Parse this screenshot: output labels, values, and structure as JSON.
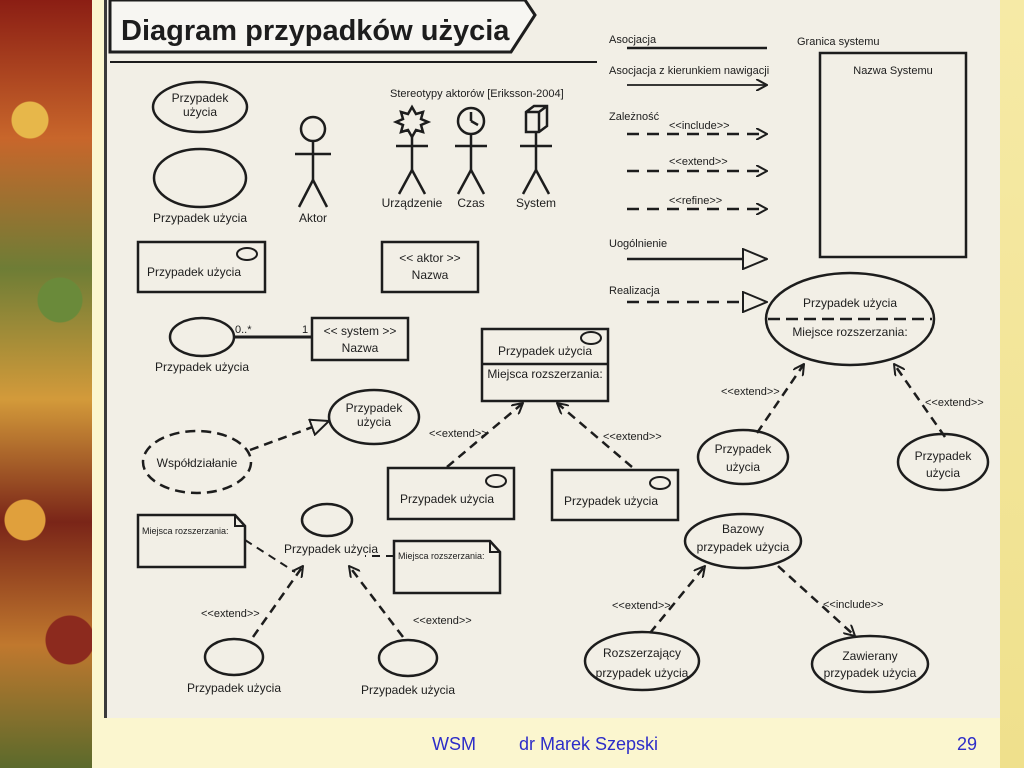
{
  "title": "Diagram przypadków użycia",
  "labels": {
    "przypadek_uzycia_two_line": [
      "Przypadek",
      "użycia"
    ],
    "przypadek_uzycia": "Przypadek użycia",
    "aktor": "Aktor",
    "stereotypy": "Stereotypy aktorów [Eriksson-2004]",
    "urzadzenie": "Urządzenie",
    "czas": "Czas",
    "system": "System",
    "aktor_stereotype": "<< aktor >>",
    "nazwa": "Nazwa",
    "system_stereotype": "<< system >>",
    "mult_many": "0..*",
    "mult_one": "1",
    "wspoldzialanie": "Współdziałanie",
    "miejsca_rozszerzania": "Miejsca rozszerzania:",
    "miejsce_rozszerzania": "Miejsce rozszerzania:",
    "miejsca_rozszerzania_note": "Miejsca rozszerzania:",
    "extend": "<<extend>>",
    "include": "<<include>>",
    "refine": "<<refine>>",
    "bazowy": [
      "Bazowy",
      "przypadek użycia"
    ],
    "rozszerzajacy": [
      "Rozszerzający",
      "przypadek użycia"
    ],
    "zawierany": [
      "Zawierany",
      "przypadek użycia"
    ]
  },
  "legend": {
    "asocjacja": "Asocjacja",
    "asocjacja_kierunek": "Asocjacja z kierunkiem nawigacji",
    "zaleznosc": "Zależność",
    "uogolnienie": "Uogólnienie",
    "realizacja": "Realizacja",
    "granica": "Granica systemu",
    "nazwa_systemu": "Nazwa Systemu"
  },
  "footer": {
    "left": "WSM",
    "author": "dr Marek Szepski",
    "page": "29"
  }
}
